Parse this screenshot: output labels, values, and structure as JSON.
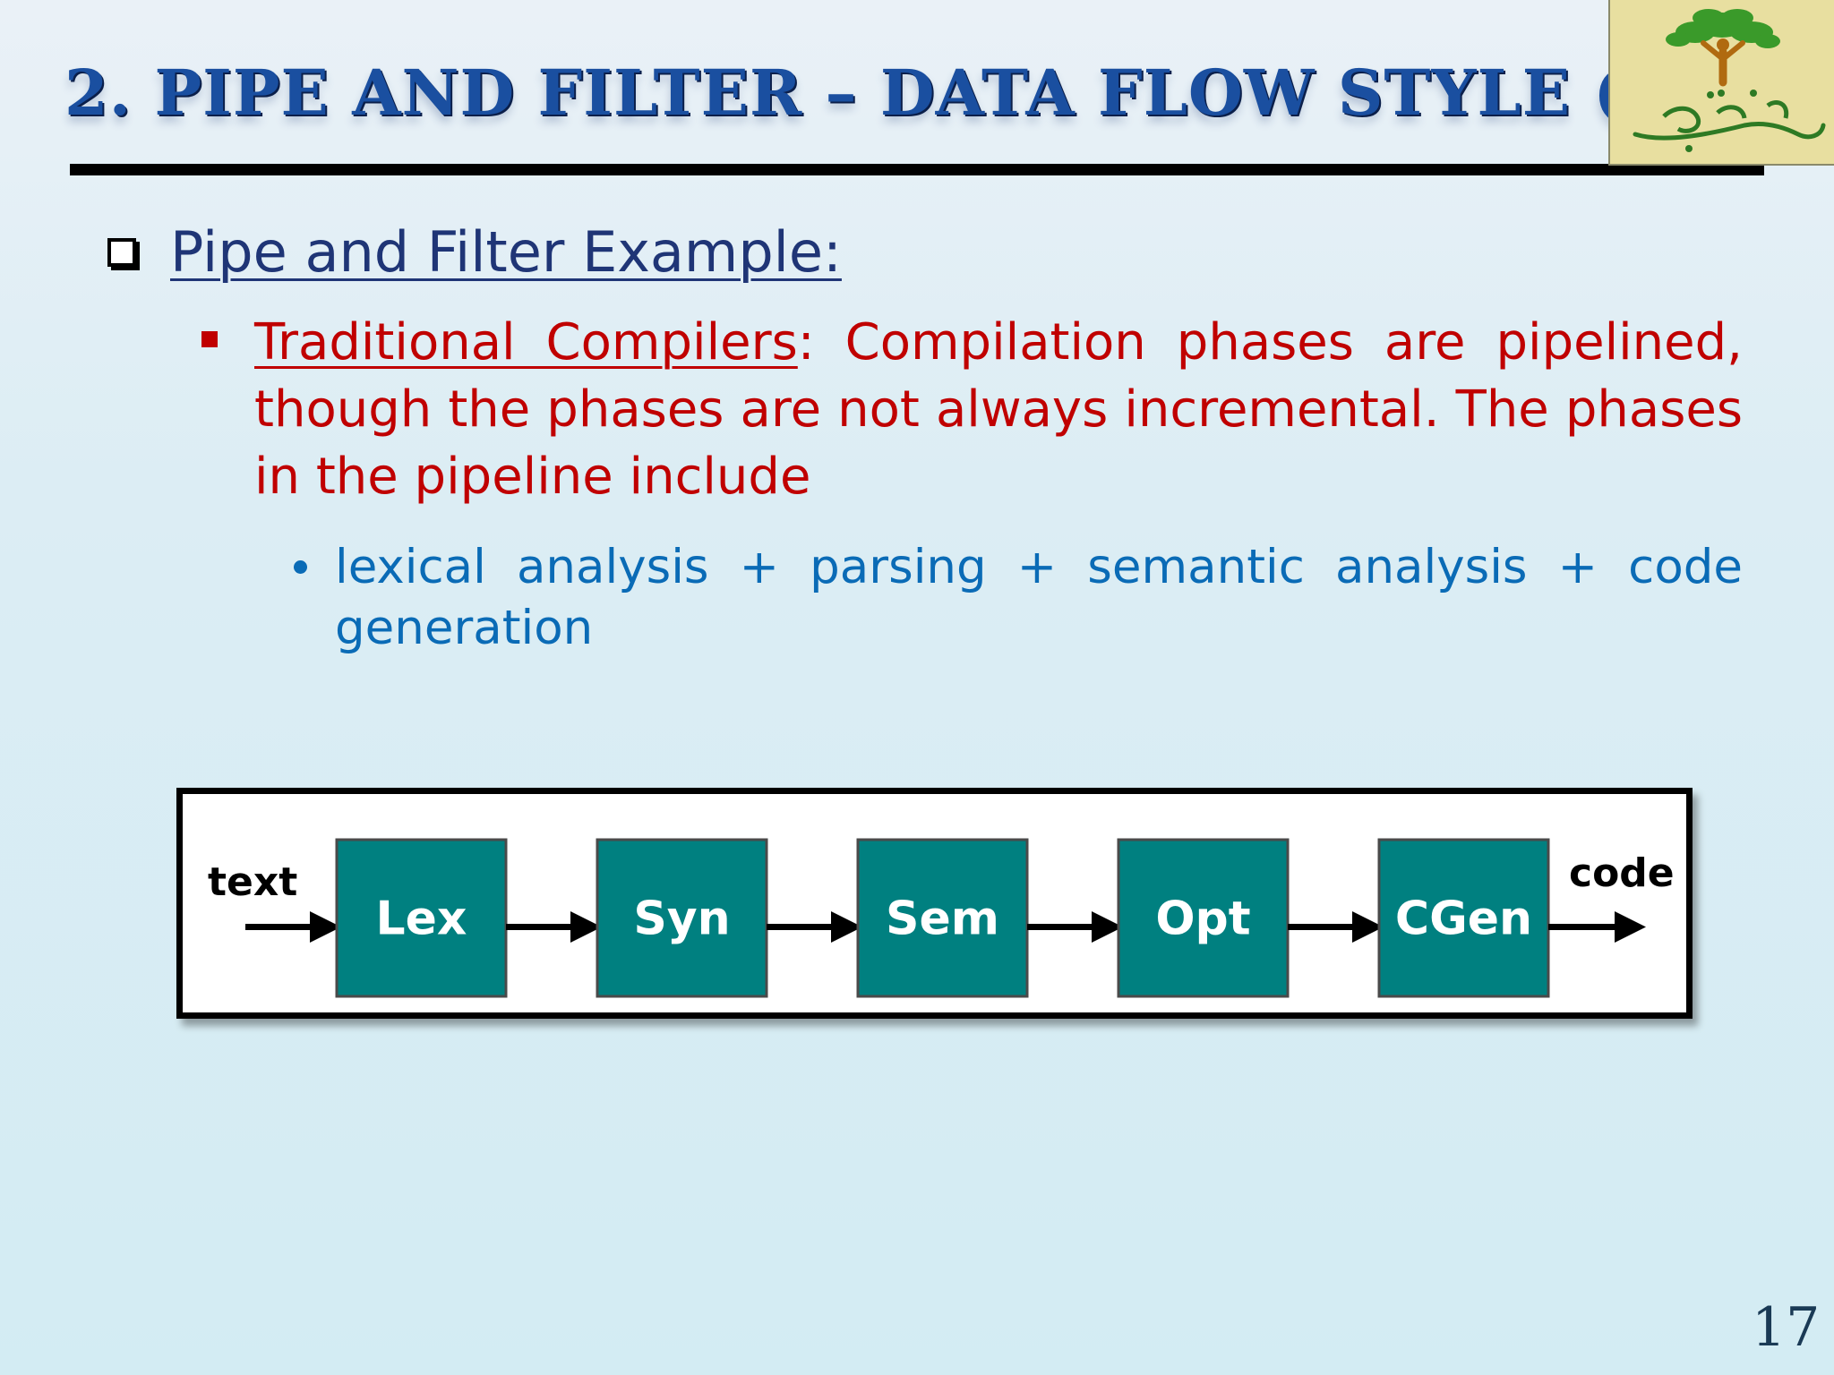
{
  "slide": {
    "title": "2. PIPE AND FILTER – DATA FLOW STYLE (5)",
    "heading": "Pipe and Filter Example:",
    "bullet_term": "Traditional Compilers",
    "bullet_text": ": Compilation phases are pipelined, though the phases are not always incremental. The phases in the pipeline include",
    "sub_bullet": "lexical analysis + parsing + semantic analysis + code generation",
    "page_number": "17"
  },
  "diagram": {
    "input_label": "text",
    "output_label": "code",
    "stages": [
      "Lex",
      "Syn",
      "Sem",
      "Opt",
      "CGen"
    ],
    "stage_color": "#008080"
  },
  "colors": {
    "title": "#1a4fa0",
    "heading": "#1f3576",
    "bullet_text": "#c00000",
    "sub_bullet": "#0a6bb6"
  },
  "logo": {
    "icon": "tree-logo-icon"
  }
}
